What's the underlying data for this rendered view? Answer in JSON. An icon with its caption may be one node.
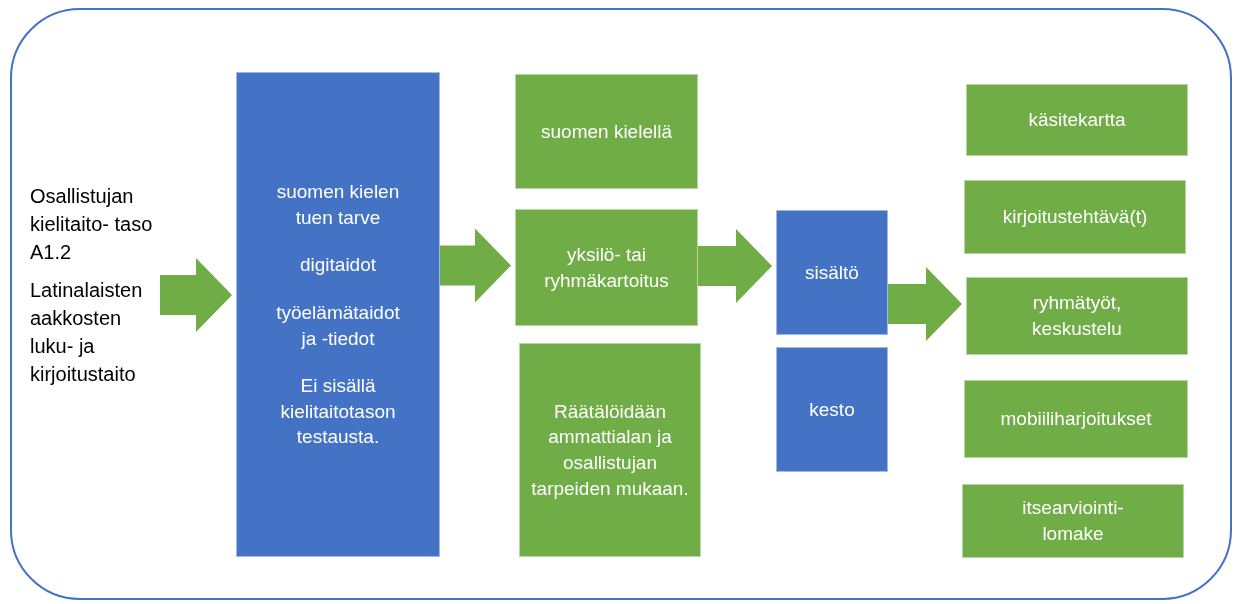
{
  "diagram": {
    "nodes": [
      {
        "text": [],
        "shape": "box"
      },
      {
        "text": [
          "Osallistujan kielitaito- taso A1.2",
          "Latinalaisten aakkosten luku- ja kirjoitustaito"
        ],
        "in": 0
      },
      {
        "text": [
          "suomen kielen tuen tarve",
          "digitaidot",
          "työelämätaidot ja -tiedot",
          "Ei sisällä kielitaitotason testausta."
        ],
        "in": 0
      },
      {
        "text": [
          "suomen kielellä"
        ],
        "in": 0
      },
      {
        "text": [
          "yksilö- tai ryhmäkartoitus"
        ],
        "in": 0
      },
      {
        "text": [
          "Räätälöidään ammattialan ja osallistujan tarpeiden mukaan."
        ],
        "in": 0
      },
      {
        "text": [
          "sisältö"
        ],
        "in": 0
      },
      {
        "text": [
          "kesto"
        ],
        "in": 0
      },
      {
        "text": [
          "käsitekartta"
        ],
        "in": 0
      },
      {
        "text": [
          "kirjoitustehtävä(t)"
        ],
        "in": 0
      },
      {
        "text": [
          "ryhmätyöt, keskustelu"
        ],
        "in": 0
      },
      {
        "text": [
          "mobiiliharjoitukset"
        ],
        "in": 0
      },
      {
        "text": [
          "itsearviointi- lomake"
        ],
        "in": 0
      }
    ],
    "edges": [
      {
        "from": 1,
        "to": 2,
        "arrow": "to"
      },
      {
        "from": 2,
        "to": 4,
        "arrow": "to"
      },
      {
        "from": 4,
        "to": 6,
        "arrow": "to"
      },
      {
        "from": 6,
        "to": 10,
        "arrow": "to"
      }
    ]
  }
}
